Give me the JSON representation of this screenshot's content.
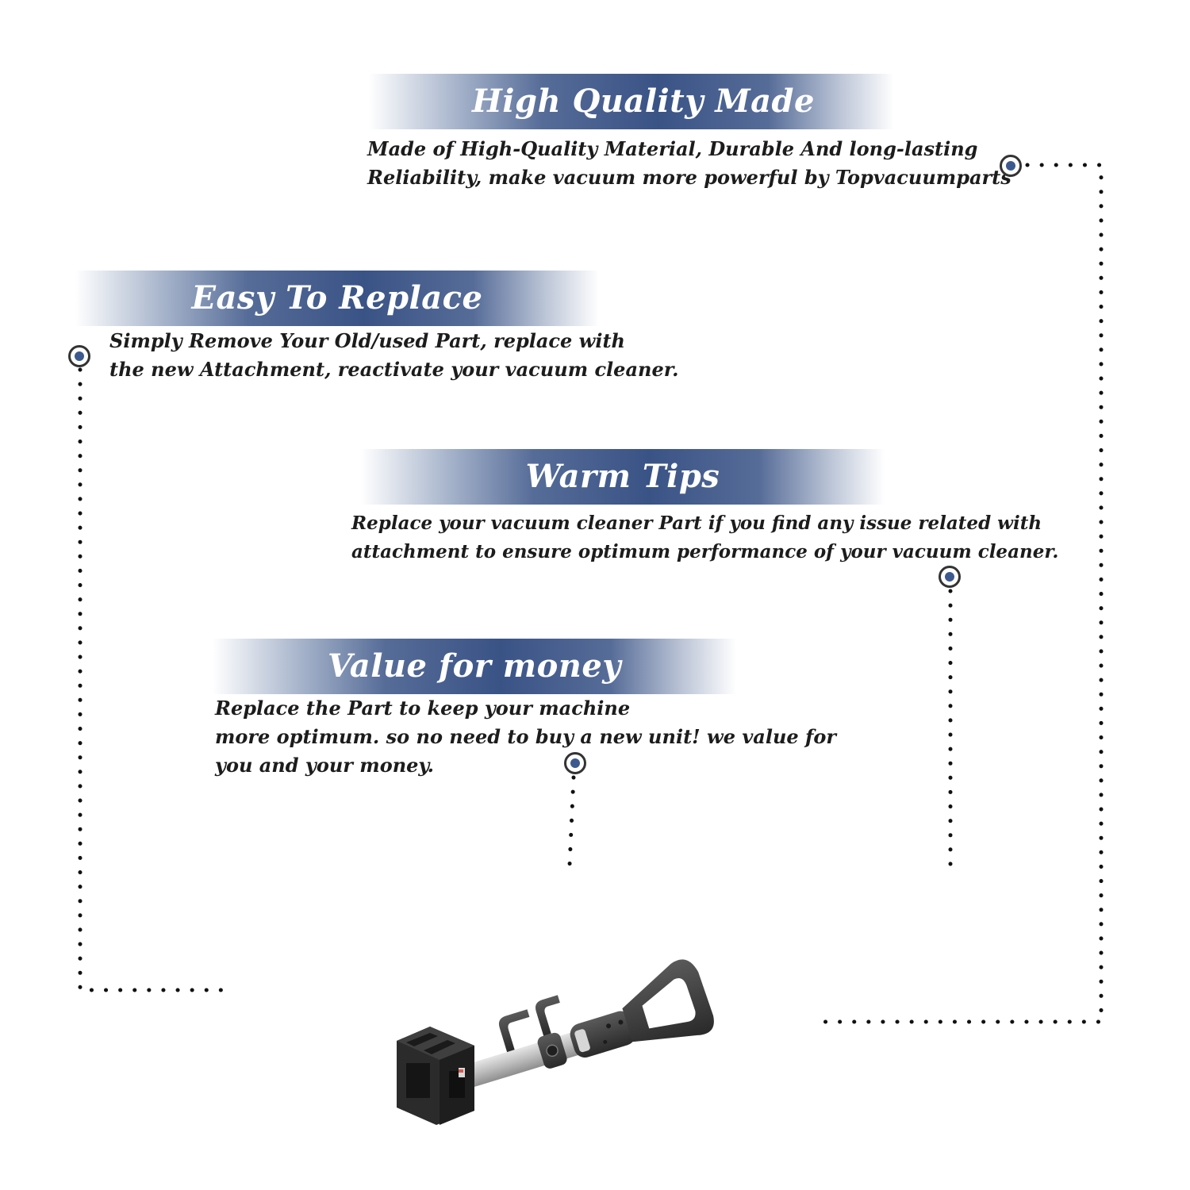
{
  "sections": {
    "quality": {
      "title": "High Quality Made",
      "lines": [
        "Made of  High-Quality Material, Durable And long-lasting",
        "Reliability, make vacuum more powerful by Topvacuumparts"
      ]
    },
    "replace": {
      "title": "Easy To Replace",
      "lines": [
        "Simply Remove Your Old/used Part, replace with",
        "the new Attachment, reactivate your vacuum cleaner."
      ]
    },
    "tips": {
      "title": "Warm Tips",
      "lines": [
        "Replace your vacuum cleaner Part if you find any issue related with",
        " attachment to ensure optimum performance of your vacuum cleaner."
      ]
    },
    "value": {
      "title": "Value for money",
      "lines": [
        "Replace the Part to keep your machine",
        "more optimum. so no need to buy a new unit! we value for",
        "you and your money."
      ]
    }
  },
  "colors": {
    "banner": "#3a5386",
    "marker": "#3d5a8e",
    "text": "#1c1c1c",
    "dots": "#111111"
  },
  "product": {
    "icon": "vacuum-handle-attachment-image"
  }
}
